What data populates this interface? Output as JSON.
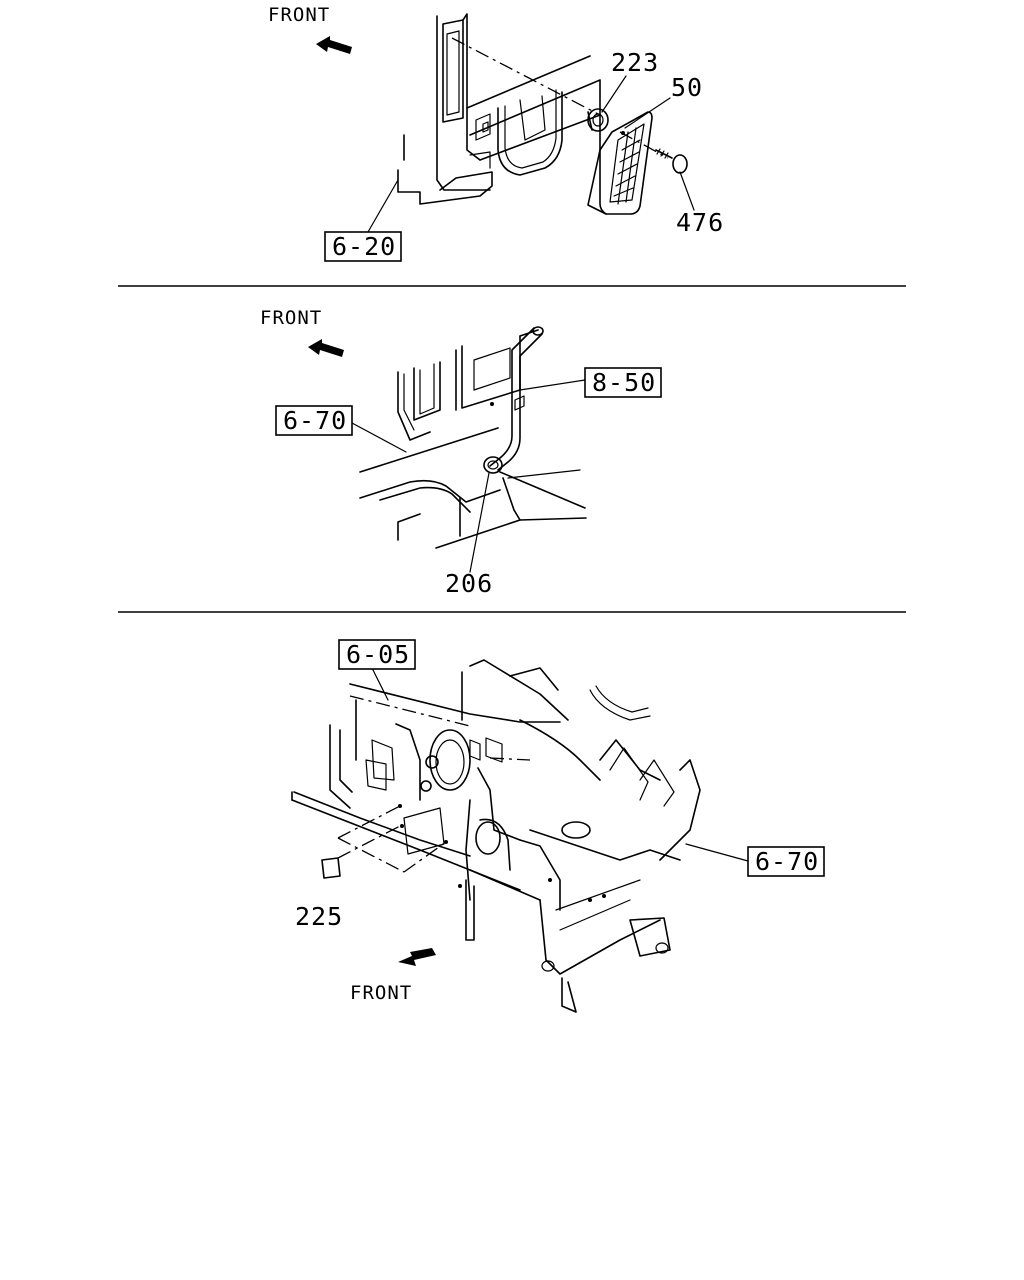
{
  "panels": [
    {
      "front_label": "FRONT",
      "callouts": [
        {
          "id": "c1",
          "text": "223",
          "boxed": false
        },
        {
          "id": "c2",
          "text": "50",
          "boxed": false
        },
        {
          "id": "c3",
          "text": "476",
          "boxed": false
        },
        {
          "id": "c4",
          "text": "6-20",
          "boxed": true
        }
      ]
    },
    {
      "front_label": "FRONT",
      "callouts": [
        {
          "id": "c1",
          "text": "8-50",
          "boxed": true
        },
        {
          "id": "c2",
          "text": "6-70",
          "boxed": true
        },
        {
          "id": "c3",
          "text": "206",
          "boxed": false
        }
      ]
    },
    {
      "front_label": "FRONT",
      "callouts": [
        {
          "id": "c1",
          "text": "6-05",
          "boxed": true
        },
        {
          "id": "c2",
          "text": "6-70",
          "boxed": true
        },
        {
          "id": "c3",
          "text": "225",
          "boxed": false
        }
      ]
    }
  ]
}
